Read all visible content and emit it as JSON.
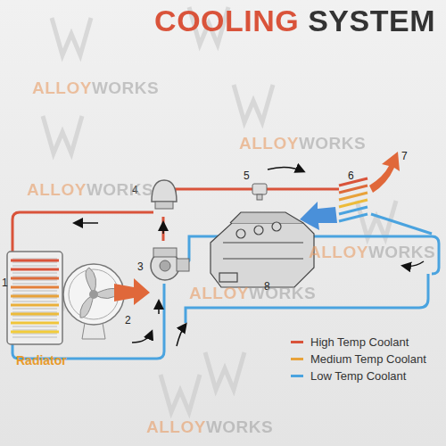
{
  "diagram": {
    "title": "COOLING SYSTEM",
    "labels": [
      "1",
      "2",
      "3",
      "4",
      "5",
      "6",
      "7",
      "8",
      "Radiator",
      "ALLOYWORKS",
      "ALLOYWORKS",
      "ALLOYWORKS",
      "ALLOYWORKS",
      "ALLOYWORKS",
      "ALLOYWORKS"
    ],
    "legend": [
      {
        "text": "High Temp Coolant",
        "color": "#d9533a"
      },
      {
        "text": "Medium Temp Coolant",
        "color": "#e8a23a"
      },
      {
        "text": "Low Temp Coolant",
        "color": "#4aa3df"
      }
    ]
  }
}
